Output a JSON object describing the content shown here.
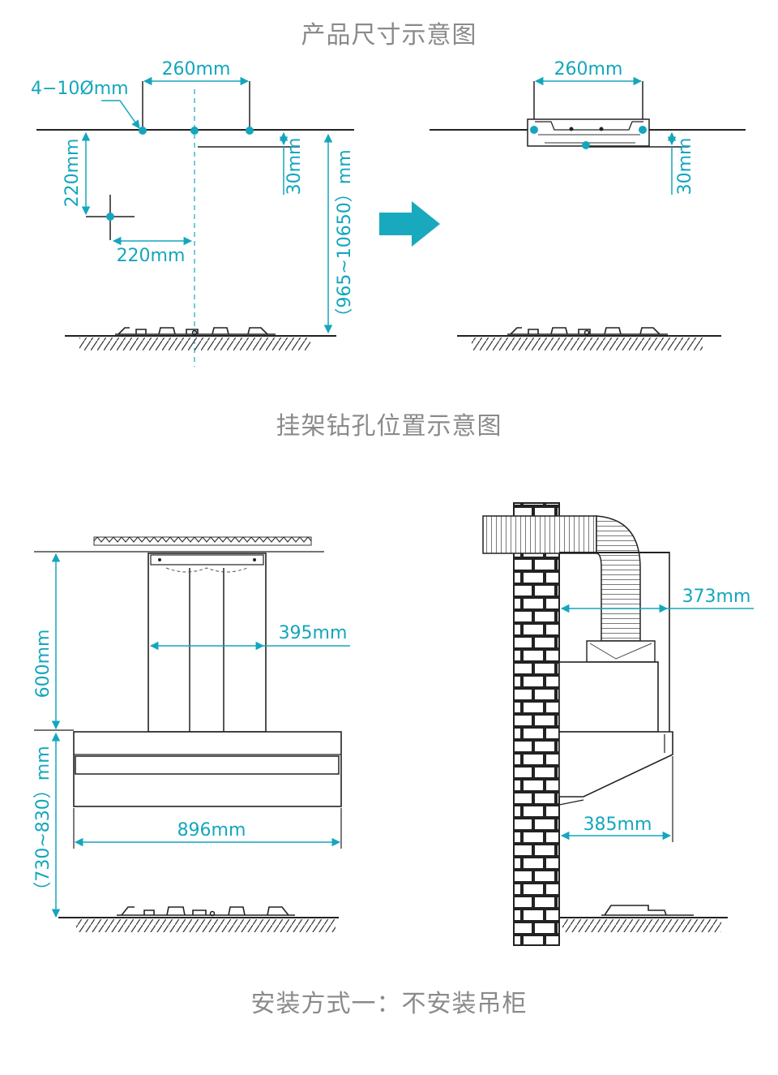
{
  "headings": {
    "product_size": "产品尺寸示意图",
    "bracket_drilling": "挂架钻孔位置示意图",
    "install_method": "安装方式一：不安装吊柜"
  },
  "dims": {
    "d260_left": "260mm",
    "holes": "4−10Ømm",
    "d220_v": "220mm",
    "d220_h": "220mm",
    "d30_left": "30mm",
    "d965": "（965~10650）mm",
    "d260_right": "260mm",
    "d30_right": "30mm",
    "d600": "600mm",
    "d395": "395mm",
    "d730": "（730~830）mm",
    "d896": "896mm",
    "d373": "373mm",
    "d385": "385mm"
  },
  "colors": {
    "accent": "#14a6bd",
    "line": "#222222",
    "heading": "#8a8a8a"
  },
  "icons": {
    "arrow": "right-arrow-icon"
  }
}
